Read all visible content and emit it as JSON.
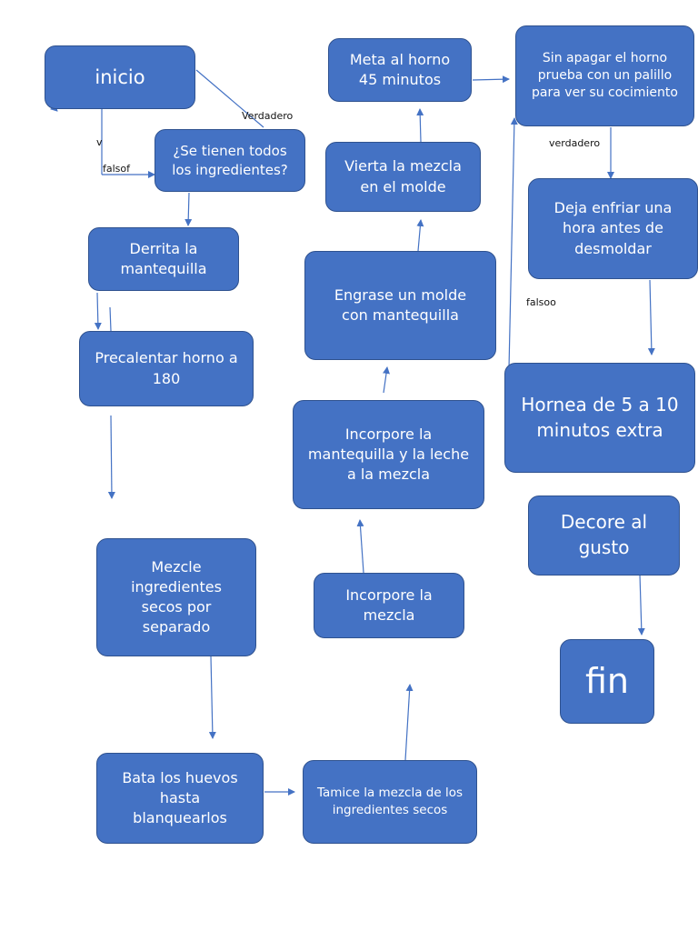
{
  "nodes": {
    "inicio": "inicio",
    "question": "¿Se tienen todos los ingredientes?",
    "derrita": "Derrita la mantequilla",
    "precalentar": "Precalentar horno a 180",
    "mezcle": "Mezcle ingredientes secos por separado",
    "bata": "Bata los huevos hasta blanquearlos",
    "tamice": "Tamice la mezcla de los ingredientes secos",
    "incorpore_mezcla": "Incorpore la mezcla",
    "incorpore_mantequilla": "Incorpore la mantequilla y la leche a la mezcla",
    "engrase": "Engrase un molde con mantequilla",
    "vierta": "Vierta la mezcla en el molde",
    "meta": "Meta al horno 45 minutos",
    "sin_apagar": "Sin apagar el horno prueba con un palillo para ver su cocimiento",
    "deja_enfriar": "Deja enfriar una hora antes de desmoldar",
    "hornea": "Hornea de 5 a 10 minutos extra",
    "decore": "Decore al gusto",
    "fin": "fin"
  },
  "labels": {
    "verdadero_1": "Verdadero",
    "v": "v",
    "falsof": "falsof",
    "verdadero_2": "verdadero",
    "falsoo": "falsoo"
  },
  "colors": {
    "node_fill": "#4472c4",
    "node_border": "#2f528f",
    "arrow": "#4472c4",
    "text": "#ffffff"
  }
}
